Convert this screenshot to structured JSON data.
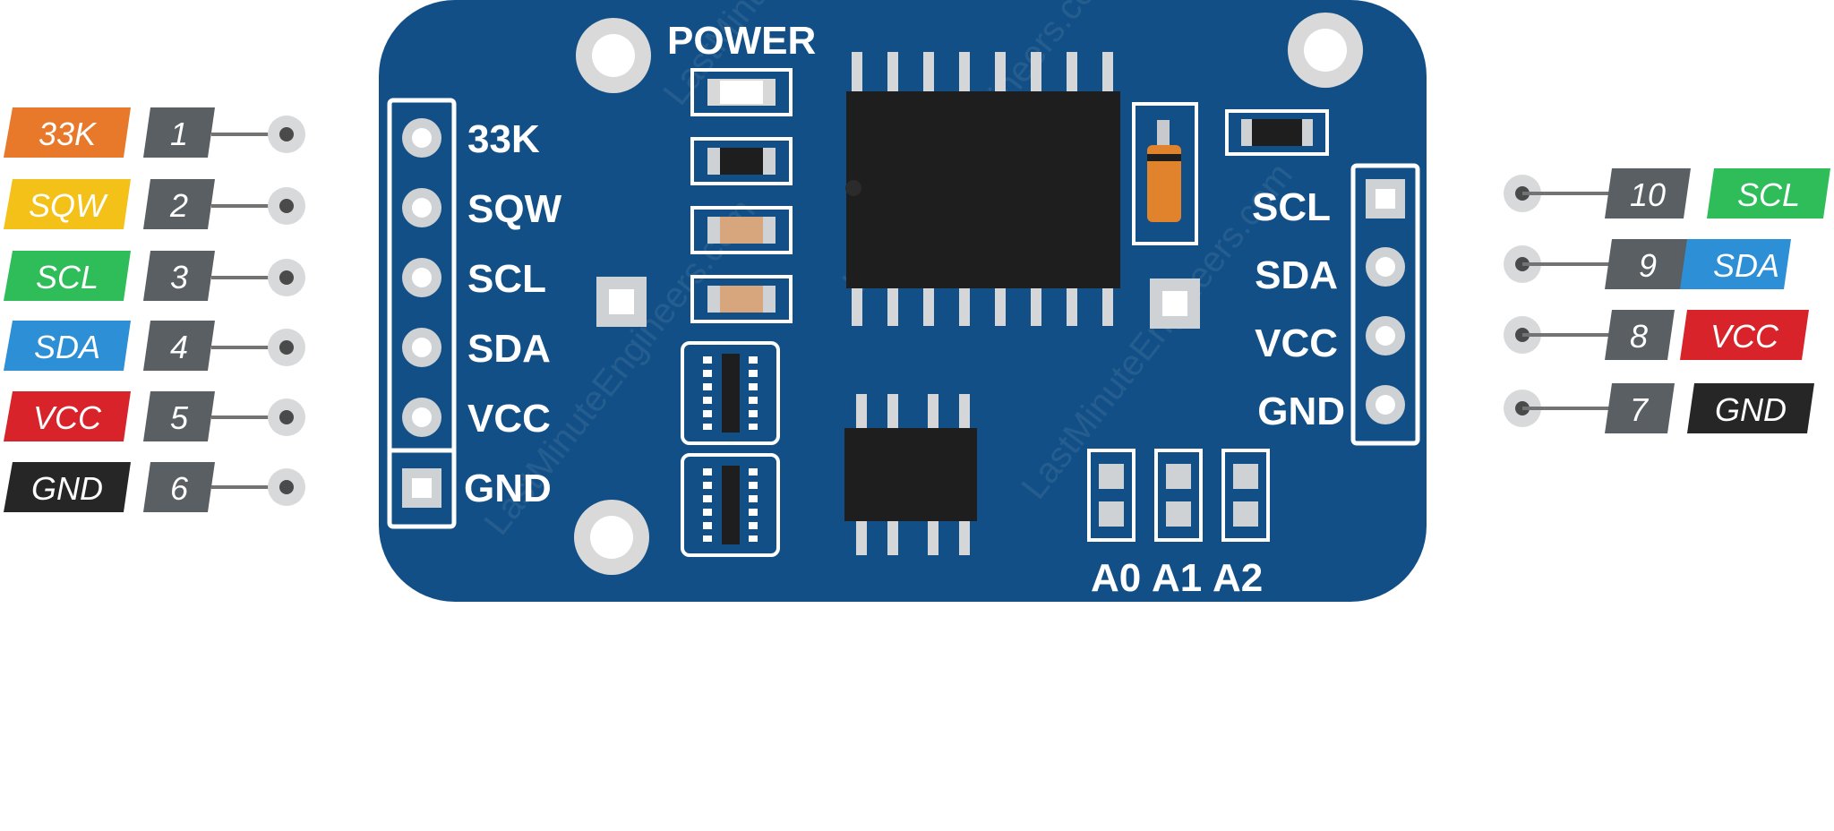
{
  "board": {
    "color": "#124f86",
    "power_label": "POWER",
    "left_header_labels": [
      "33K",
      "SQW",
      "SCL",
      "SDA",
      "VCC",
      "GND"
    ],
    "right_header_labels": [
      "SCL",
      "SDA",
      "VCC",
      "GND"
    ],
    "address_labels": [
      "A0",
      "A1",
      "A2"
    ],
    "watermark": "LastMinuteEngineers.com"
  },
  "left_pins": [
    {
      "number": "1",
      "label": "33K",
      "color": "#e8792b"
    },
    {
      "number": "2",
      "label": "SQW",
      "color": "#f3c117"
    },
    {
      "number": "3",
      "label": "SCL",
      "color": "#2ebd59"
    },
    {
      "number": "4",
      "label": "SDA",
      "color": "#2d8fd5"
    },
    {
      "number": "5",
      "label": "VCC",
      "color": "#d8232a"
    },
    {
      "number": "6",
      "label": "GND",
      "color": "#262626"
    }
  ],
  "right_pins": [
    {
      "number": "10",
      "label": "SCL",
      "color": "#2ebd59"
    },
    {
      "number": "9",
      "label": "SDA",
      "color": "#2d8fd5"
    },
    {
      "number": "8",
      "label": "VCC",
      "color": "#d8232a"
    },
    {
      "number": "7",
      "label": "GND",
      "color": "#262626"
    }
  ],
  "number_tag_color": "#5a5f63"
}
